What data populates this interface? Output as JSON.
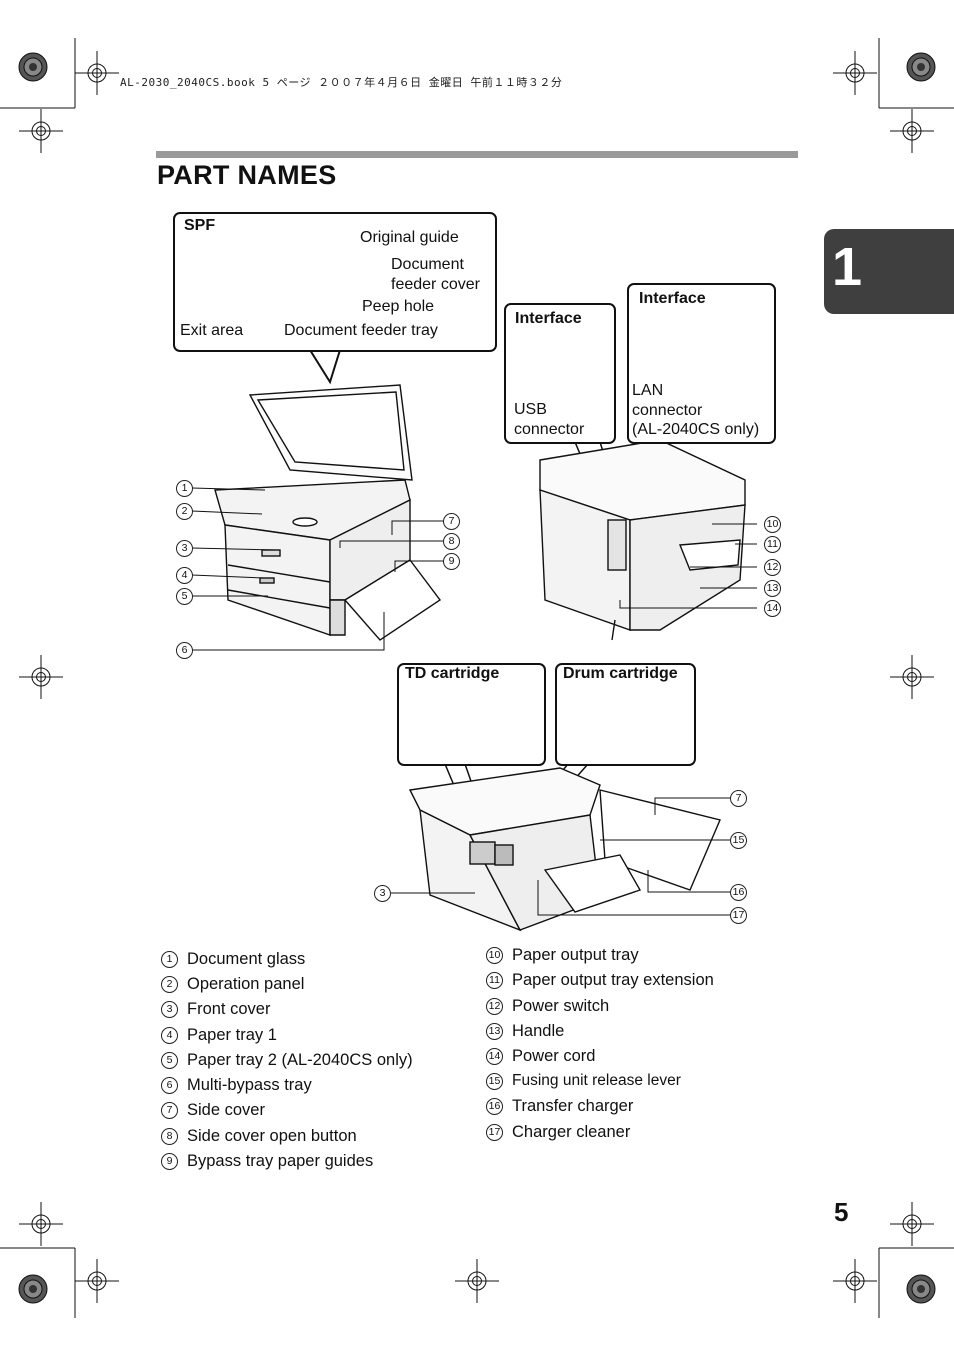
{
  "header": {
    "file_line": "AL-2030_2040CS.book  5 ページ  ２００７年４月６日  金曜日  午前１１時３２分"
  },
  "title": "PART NAMES",
  "chapter": "1",
  "page_number": "5",
  "spf": {
    "title": "SPF",
    "original_guide": "Original guide",
    "doc_cover_1": "Document",
    "doc_cover_2": "feeder cover",
    "peep_hole": "Peep hole",
    "exit_area": "Exit area",
    "feeder_tray": "Document feeder tray"
  },
  "interface_usb": {
    "title": "Interface",
    "label_1": "USB",
    "label_2": "connector"
  },
  "interface_lan": {
    "title": "Interface",
    "label_1": "LAN",
    "label_2": "connector",
    "label_3": "(AL-2040CS only)"
  },
  "td_cartridge": {
    "title": "TD cartridge"
  },
  "drum_cartridge": {
    "title": "Drum cartridge"
  },
  "legend_left": [
    {
      "num": "1",
      "label": "Document glass"
    },
    {
      "num": "2",
      "label": "Operation panel"
    },
    {
      "num": "3",
      "label": "Front cover"
    },
    {
      "num": "4",
      "label": "Paper tray 1"
    },
    {
      "num": "5",
      "label": "Paper tray 2 (AL-2040CS only)"
    },
    {
      "num": "6",
      "label": "Multi-bypass tray"
    },
    {
      "num": "7",
      "label": "Side cover"
    },
    {
      "num": "8",
      "label": "Side cover open button"
    },
    {
      "num": "9",
      "label": "Bypass tray paper guides"
    }
  ],
  "legend_right": [
    {
      "num": "10",
      "label": "Paper output tray"
    },
    {
      "num": "11",
      "label": "Paper output tray extension"
    },
    {
      "num": "12",
      "label": "Power switch"
    },
    {
      "num": "13",
      "label": "Handle"
    },
    {
      "num": "14",
      "label": "Power cord"
    },
    {
      "num": "15",
      "label": "Fusing unit release lever"
    },
    {
      "num": "16",
      "label": "Transfer charger"
    },
    {
      "num": "17",
      "label": "Charger cleaner"
    }
  ],
  "callouts": {
    "c1": "1",
    "c2": "2",
    "c3": "3",
    "c4": "4",
    "c5": "5",
    "c6": "6",
    "c7": "7",
    "c8": "8",
    "c9": "9",
    "c10": "10",
    "c11": "11",
    "c12": "12",
    "c13": "13",
    "c14": "14",
    "c7b": "7",
    "c15": "15",
    "c3b": "3",
    "c16": "16",
    "c17": "17"
  }
}
